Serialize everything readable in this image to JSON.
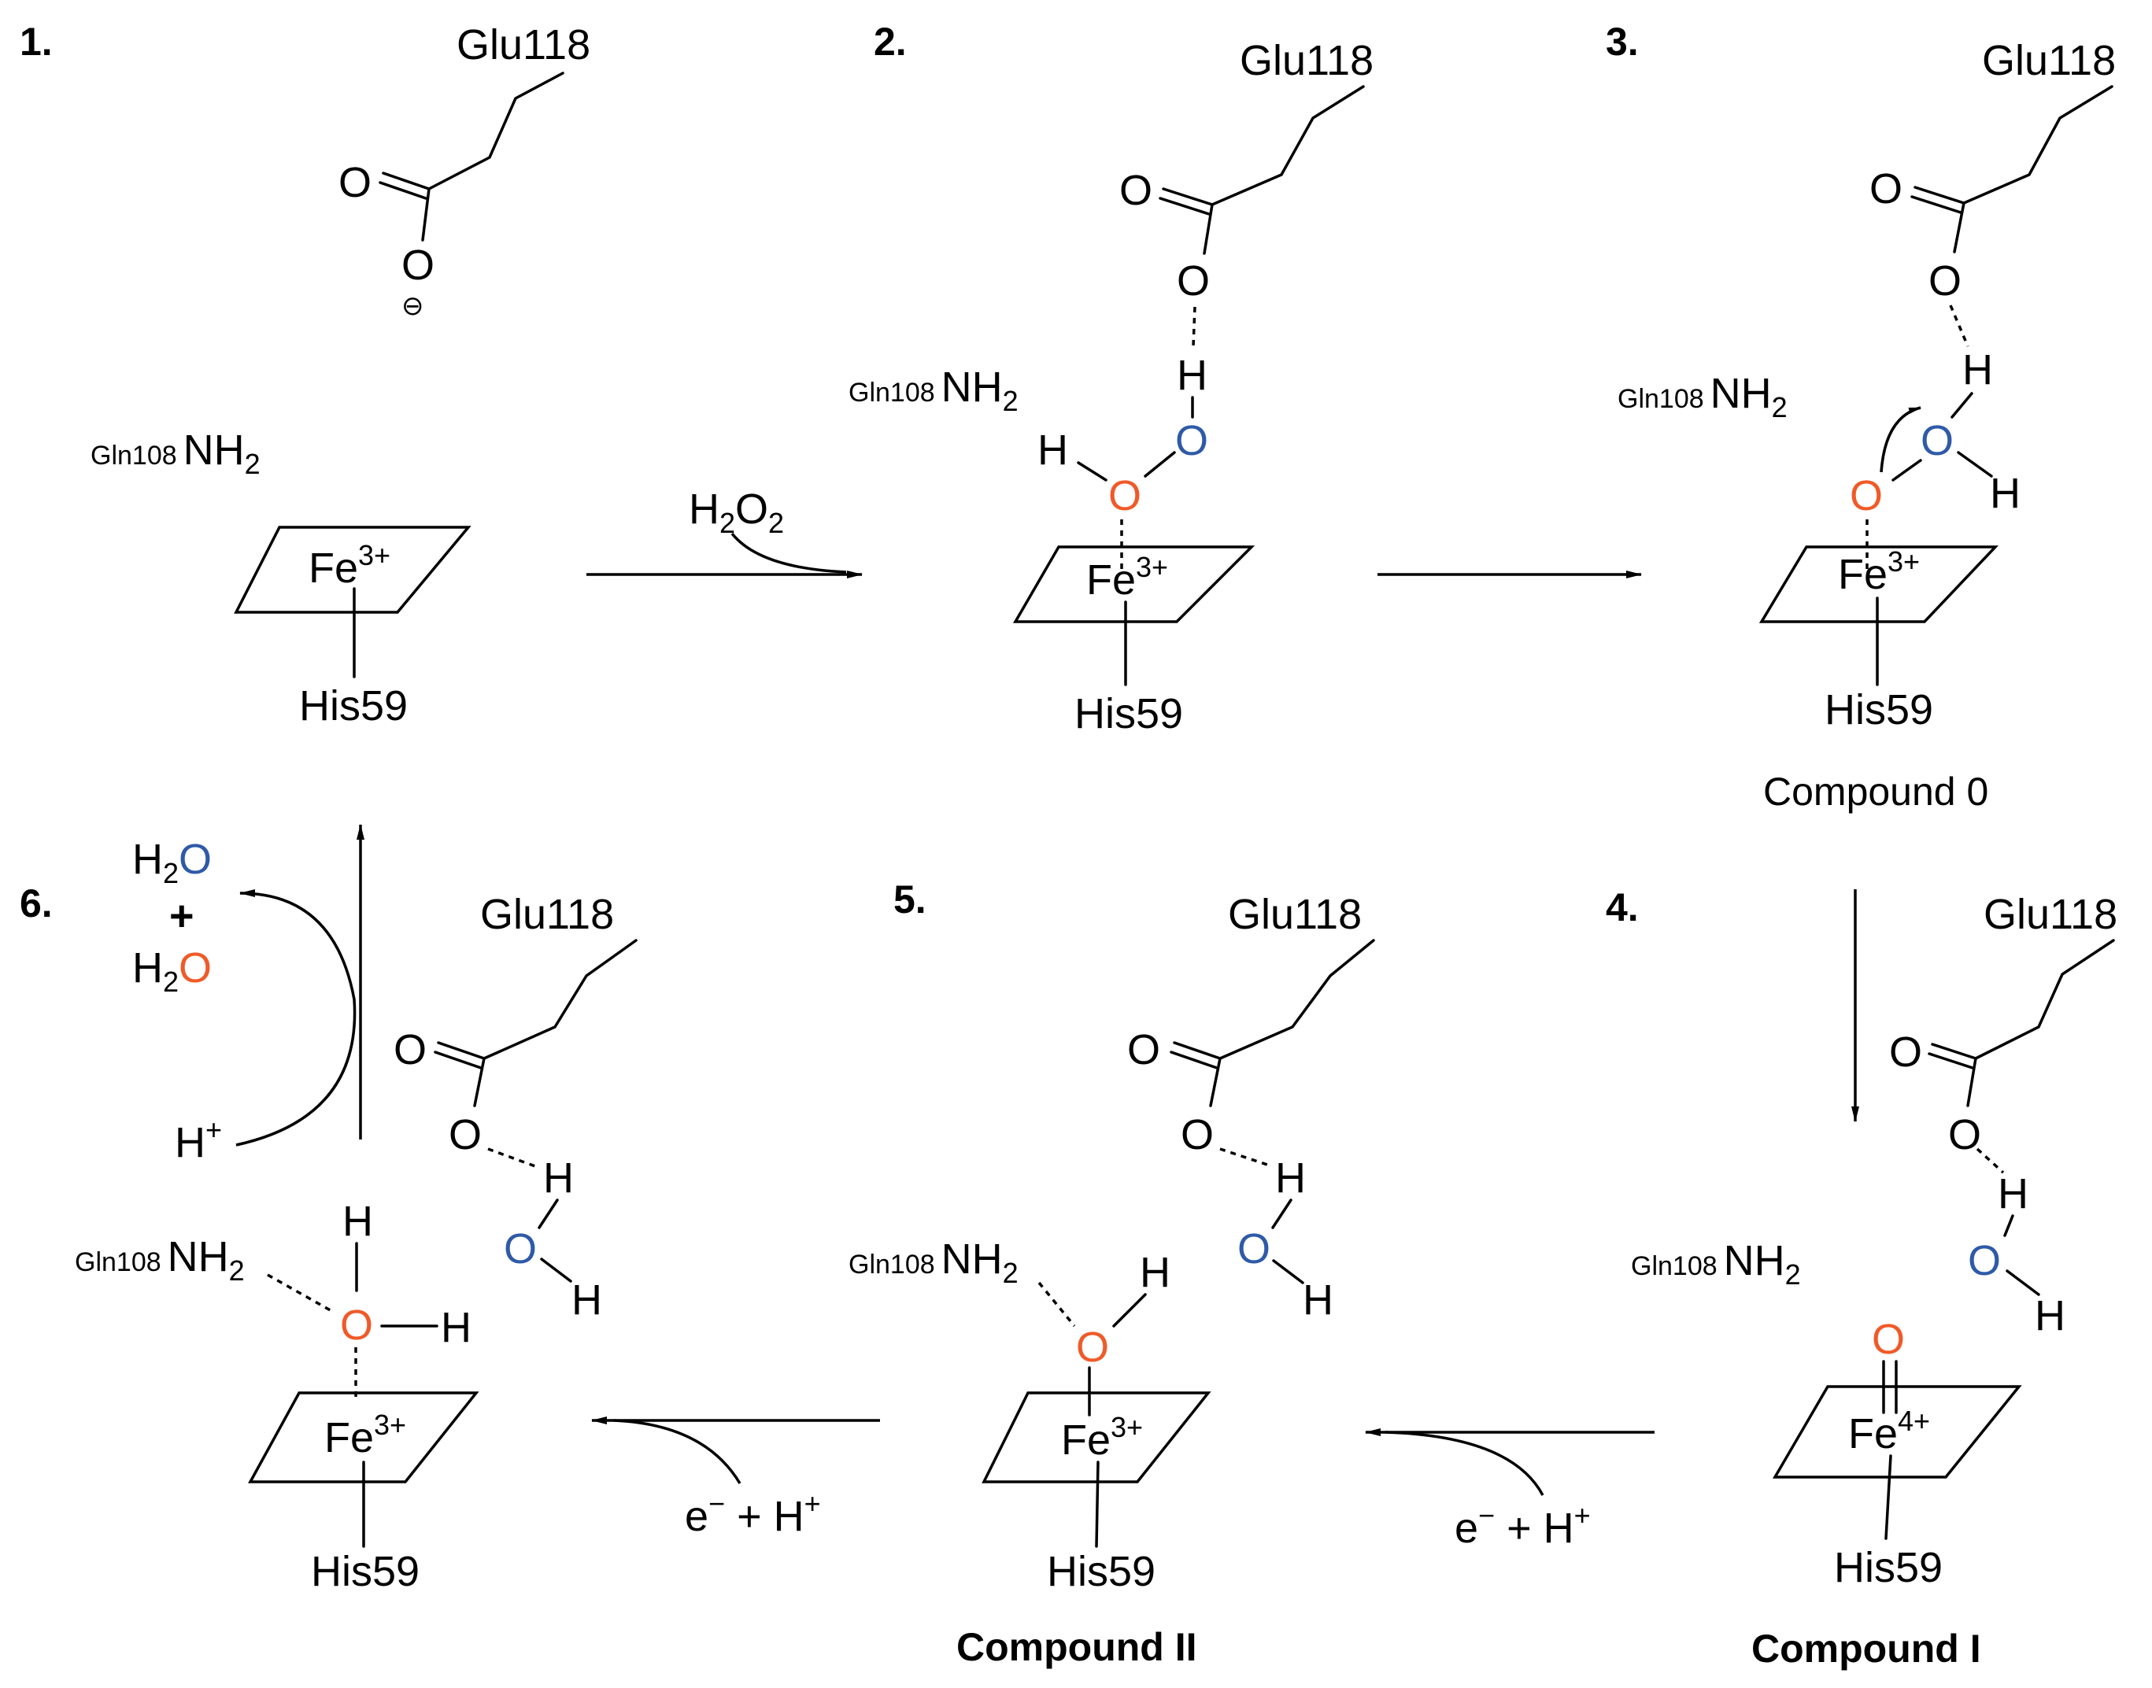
{
  "colors": {
    "peroxide_o": "#f05a28",
    "water_o": "#2e5aa8",
    "ink": "#000000"
  },
  "labels": {
    "glu": "Glu118",
    "his": "His59",
    "gln": "Gln108",
    "nh": "NH",
    "two": "2",
    "o": "O",
    "h": "H",
    "fe": "Fe",
    "fe3": "3+",
    "fe4": "4+",
    "minus": "⊖",
    "plus": "+",
    "e_minus": "e",
    "sup_minus": "−",
    "sup_plus": "+",
    "h_plus_join": " + H",
    "reagent_h2o2": "H2O2"
  },
  "steps": {
    "s1": "1.",
    "s2": "2.",
    "s3": "3.",
    "s4": "4.",
    "s5": "5.",
    "s6": "6."
  },
  "compounds": {
    "c0": "Compound 0",
    "c1": "Compound I",
    "c2": "Compound II"
  }
}
